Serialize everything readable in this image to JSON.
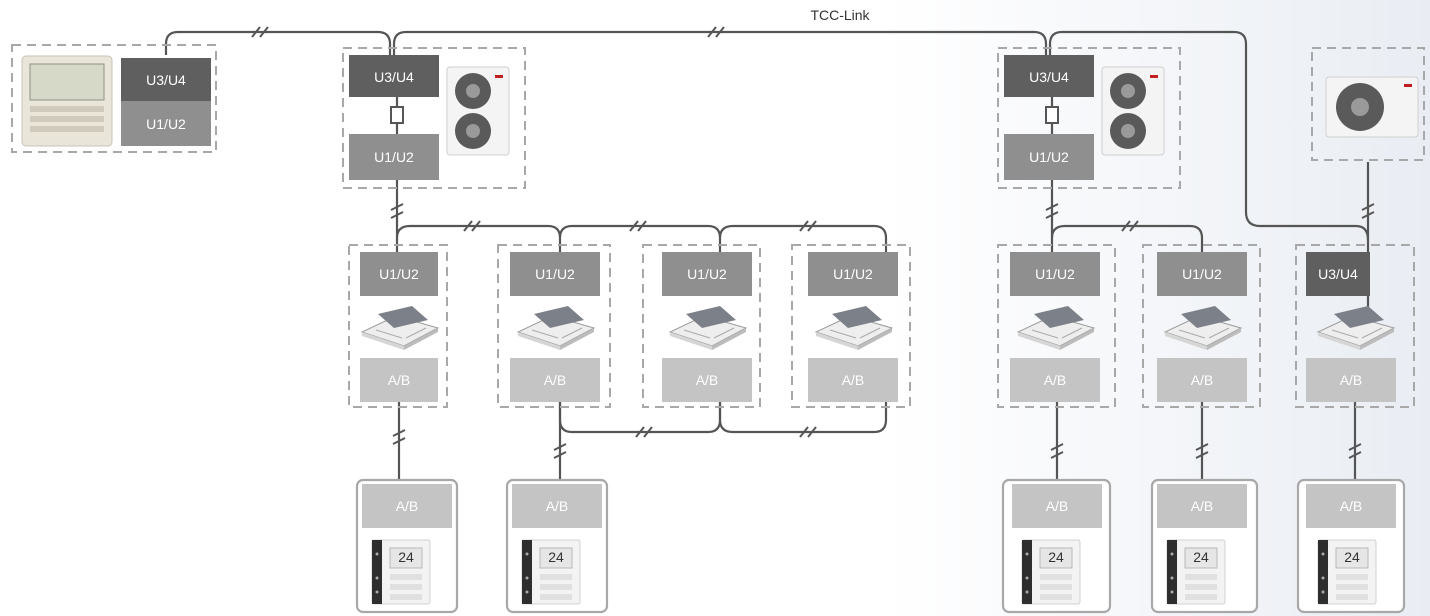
{
  "link_label": "TCC-Link",
  "terminals": {
    "u3u4": "U3/U4",
    "u1u2": "U1/U2",
    "ab": "A/B"
  },
  "colors": {
    "dark": "#5f5f5f",
    "mid": "#8f8f8f",
    "light": "#c4c4c4",
    "wire": "#555555",
    "dash": "#9a9a9a"
  },
  "devices": {
    "central_controller": "central-controller-icon",
    "outdoor_unit": "outdoor-unit-icon",
    "indoor_unit": "cassette-indoor-unit-icon",
    "remote": "wired-remote-controller-icon",
    "remote_display": "24"
  }
}
